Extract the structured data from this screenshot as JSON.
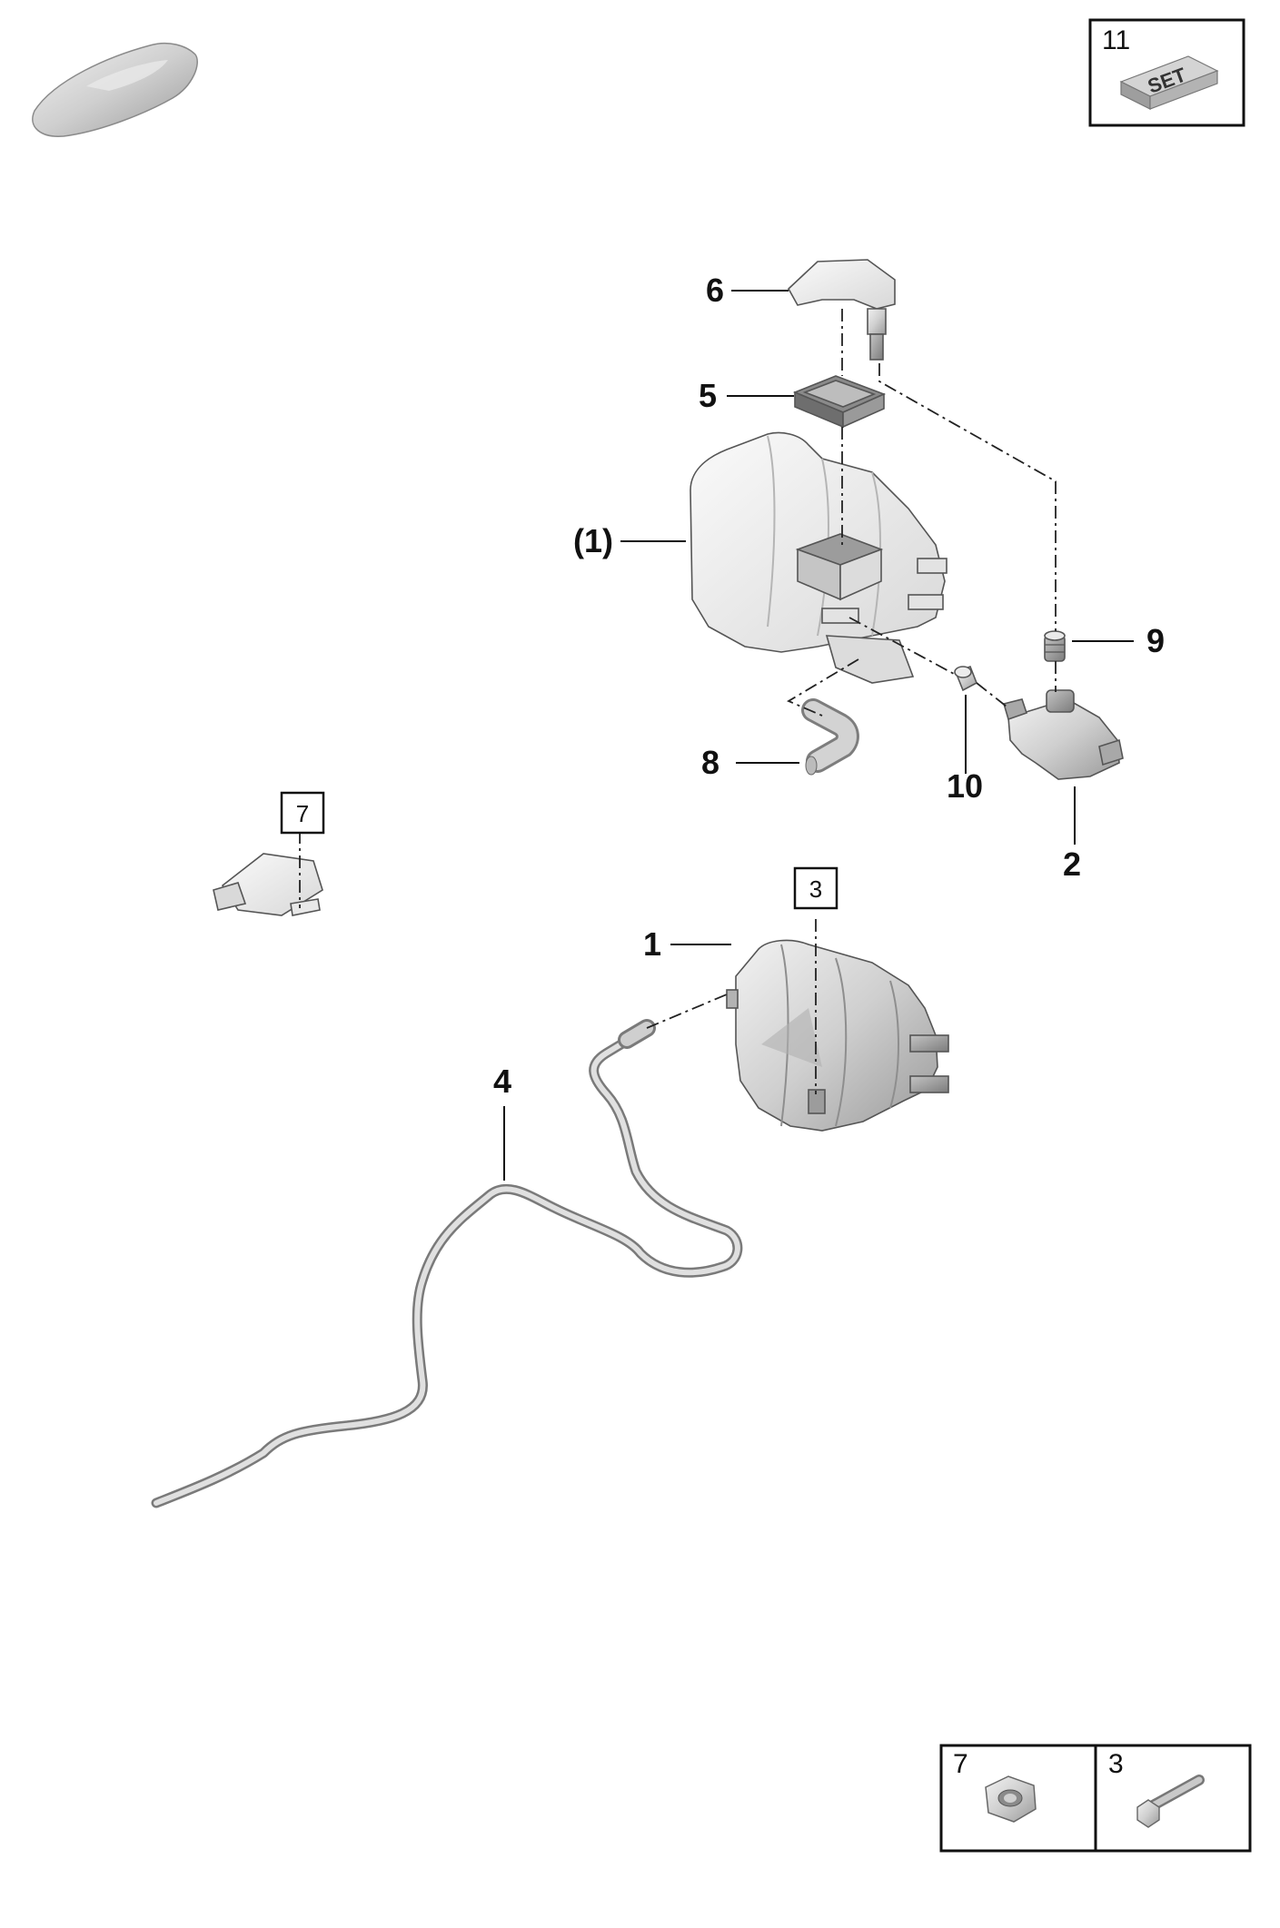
{
  "callouts": {
    "c6": "6",
    "c5": "5",
    "c1p": "(1)",
    "c9": "9",
    "c8": "8",
    "c10": "10",
    "c2": "2",
    "c1": "1",
    "c4": "4"
  },
  "boxed_refs": {
    "b7": "7",
    "b3": "3"
  },
  "set_box": {
    "number": "11",
    "label": "SET"
  },
  "legend": {
    "left_number": "7",
    "right_number": "3"
  },
  "icons": {
    "car": "car-silhouette-icon",
    "set": "set-block-icon",
    "nut": "hex-flange-nut-icon",
    "bolt": "hex-bolt-icon"
  }
}
